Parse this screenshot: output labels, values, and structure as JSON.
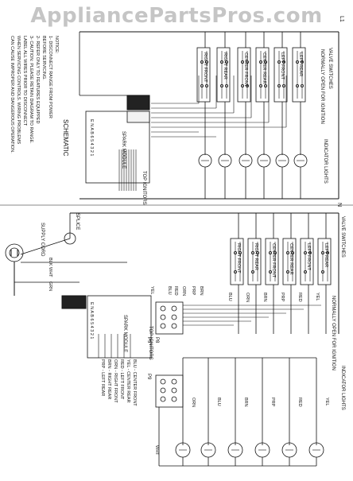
{
  "watermark": "AppliancePartsPros.com",
  "schematic": {
    "title": "SCHEMATIC",
    "notice_lines": [
      "NOTICE:",
      "1- DISCONNECT RANGE FROM POWER",
      "   BEFORE SERVICING.",
      "2- REFER ONLY TO FEATURES EQUIPPED",
      "3- CAUTION: PLEASE RETAIN DIAGRAM TO RANGE.",
      "   LABEL ALL WIRES PRIOR TO DISCONNECT",
      "   WHEN SERVICING CONTROLS. WIRING PROBLEMS",
      "   CAN CAUSE IMPROPER AND DANGEROUS OPERATION."
    ],
    "l1": "L1",
    "n": "N",
    "valve_switches": "VALVE SWITCHES",
    "normally_open": "NORMALLY OPEN FOR IGNITION",
    "indicator_lights": "INDICATOR LIGHTS",
    "spark_module": "SPARK MODULE",
    "top_ignitors": "TOP IGNITORS",
    "terminal_row": "E  N  A B 6 5 4 3 2 1",
    "burners": [
      "LEFT REAR",
      "LEFT FRONT",
      "CENTER REAR",
      "CENTER FRONT",
      "RIGHT REAR",
      "RIGHT FRONT"
    ]
  },
  "wiring": {
    "supply_cord": "SUPPLY CORD",
    "splice": "SPLICE",
    "valve_switches": "VALVE SWITCHES",
    "normally_open": "NORMALLY OPEN FOR IGNITION",
    "indicator_lights": "INDICATOR LIGHTS",
    "spark_module": "SPARK MODULE",
    "top_ignitors": "TOP IGNITORS",
    "terminal_row": "E  N  A B 6 5 4 3 2 1",
    "burners": [
      "LEFT REAR",
      "LEFT FRONT",
      "CENTER REAR",
      "CENTER FRONT",
      "RIGHT REAR",
      "RIGHT FRONT"
    ],
    "wire_colors": [
      "YEL",
      "RED",
      "PRP",
      "BRN",
      "ORN",
      "BLU",
      "BLK",
      "WHT",
      "GRN"
    ],
    "plugs": [
      "P9",
      "P8",
      "P5"
    ],
    "ignitor_leads": [
      "PRP - LEFT REAR",
      "BRN - RIGHT REAR",
      "ORN - RIGHT FRONT",
      "RED - LEFT FRONT",
      "YEL - CENTER REAR",
      "BLU - CENTER FRONT"
    ]
  }
}
